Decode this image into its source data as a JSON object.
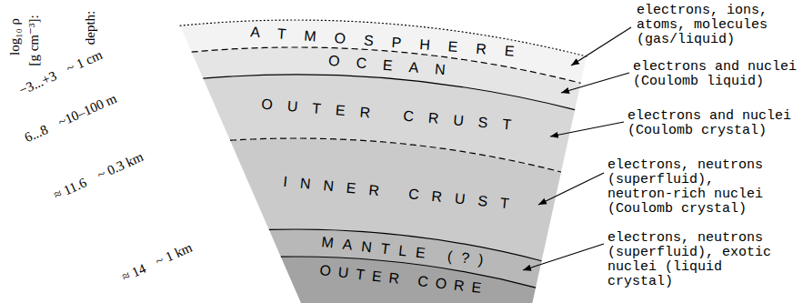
{
  "diagram": {
    "nodes": [
      {
        "text": [
          "ATMOSPHERE"
        ]
      },
      {
        "text": [
          "OCEAN"
        ]
      },
      {
        "text": [
          "OUTER CRUST"
        ]
      },
      {
        "text": [
          "INNER CRUST"
        ]
      },
      {
        "text": [
          "MANTLE (?)"
        ]
      },
      {
        "text": [
          "OUTER CORE"
        ]
      }
    ],
    "labels": [
      "log₁₀ ρ",
      "[g cm⁻³]:",
      "depth:",
      "−3...+3",
      "~ 1 cm",
      "6...8",
      "~10–100 m",
      "≈ 11.6",
      "~ 0.3 km",
      "≈ 14",
      "~ 1 km",
      "electrons, ions, atoms, molecules (gas/liquid)",
      "electrons and nuclei (Coulomb liquid)",
      "electrons and nuclei (Coulomb crystal)",
      "electrons, neutrons (superfluid), neutron-rich nuclei (Coulomb crystal)",
      "electrons, neutrons (superfluid), exotic nuclei (liquid crystal)"
    ]
  }
}
